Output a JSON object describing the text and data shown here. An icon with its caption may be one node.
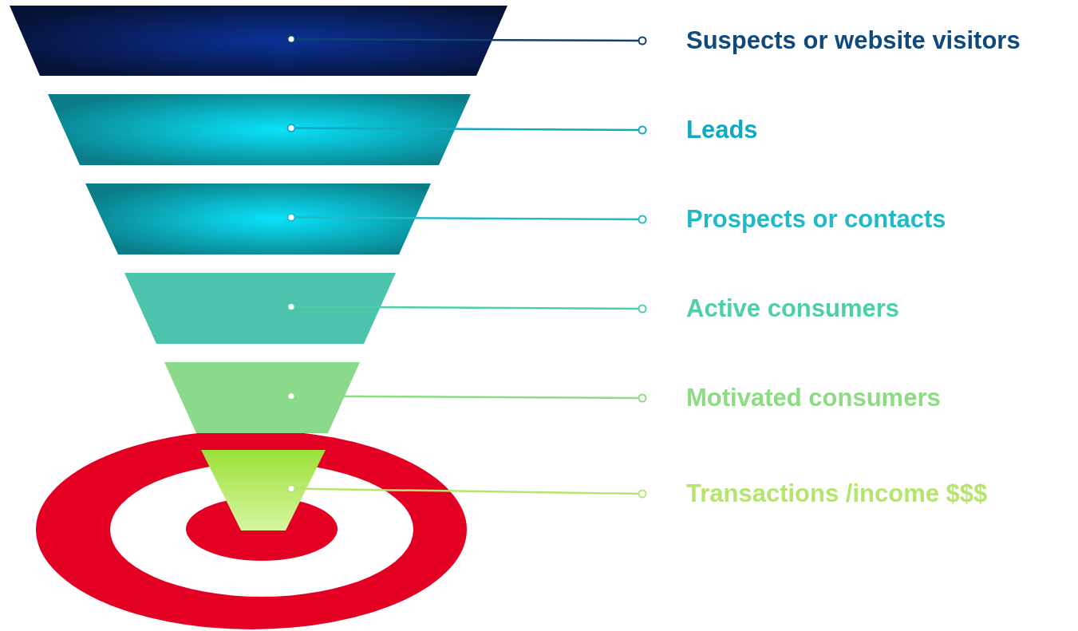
{
  "diagram": {
    "nodes": [
      {
        "text": [],
        "shape": "trapezoid"
      },
      {
        "text": [],
        "shape": "trapezoid"
      },
      {
        "text": [],
        "shape": "trapezoid"
      },
      {
        "text": [],
        "shape": "trapezoid"
      },
      {
        "text": [],
        "shape": "trapezoid"
      },
      {
        "text": [],
        "shape": "trapezoid"
      },
      {
        "text": [
          "Suspects or website visitors"
        ]
      },
      {
        "text": [
          "Leads"
        ]
      },
      {
        "text": [
          "Prospects or contacts"
        ]
      },
      {
        "text": [
          "Active consumers"
        ]
      },
      {
        "text": [
          "Motivated consumers"
        ]
      },
      {
        "text": [
          "Transactions /income $$$"
        ]
      }
    ],
    "edges": [
      {
        "from": 6,
        "to": 0,
        "arrow": "other",
        "color": "#0e4170"
      },
      {
        "from": 7,
        "to": 1,
        "arrow": "other",
        "color": "#14a9c2"
      },
      {
        "from": 8,
        "to": 2,
        "arrow": "other",
        "color": "#22b9c6"
      },
      {
        "from": 9,
        "to": 3,
        "arrow": "other",
        "color": "#4fcfa6"
      },
      {
        "from": 10,
        "to": 4,
        "arrow": "other",
        "color": "#8ddc84"
      },
      {
        "from": 11,
        "to": 5,
        "arrow": "other",
        "color": "#b5e56c"
      }
    ]
  }
}
